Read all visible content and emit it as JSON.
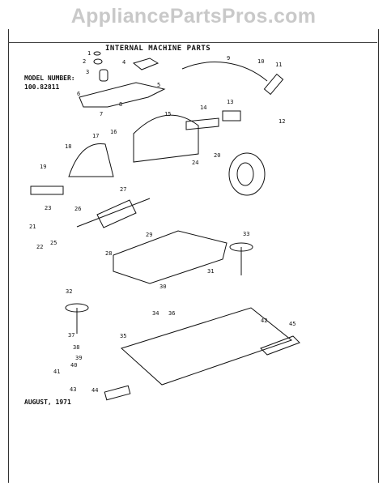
{
  "watermark": "AppliancePartsPros.com",
  "title": "INTERNAL MACHINE PARTS",
  "model_label": "MODEL NUMBER:",
  "model_number": "100.82811",
  "date": "AUGUST, 1971",
  "callouts": [
    "1",
    "2",
    "3",
    "4",
    "5",
    "6",
    "7",
    "8",
    "9",
    "10",
    "11",
    "12",
    "13",
    "14",
    "15",
    "16",
    "17",
    "18",
    "19",
    "20",
    "21",
    "22",
    "23",
    "24",
    "25",
    "26",
    "27",
    "28",
    "29",
    "30",
    "31",
    "32",
    "33",
    "34",
    "35",
    "36",
    "37",
    "38",
    "39",
    "40",
    "41",
    "42",
    "43",
    "44",
    "45"
  ]
}
